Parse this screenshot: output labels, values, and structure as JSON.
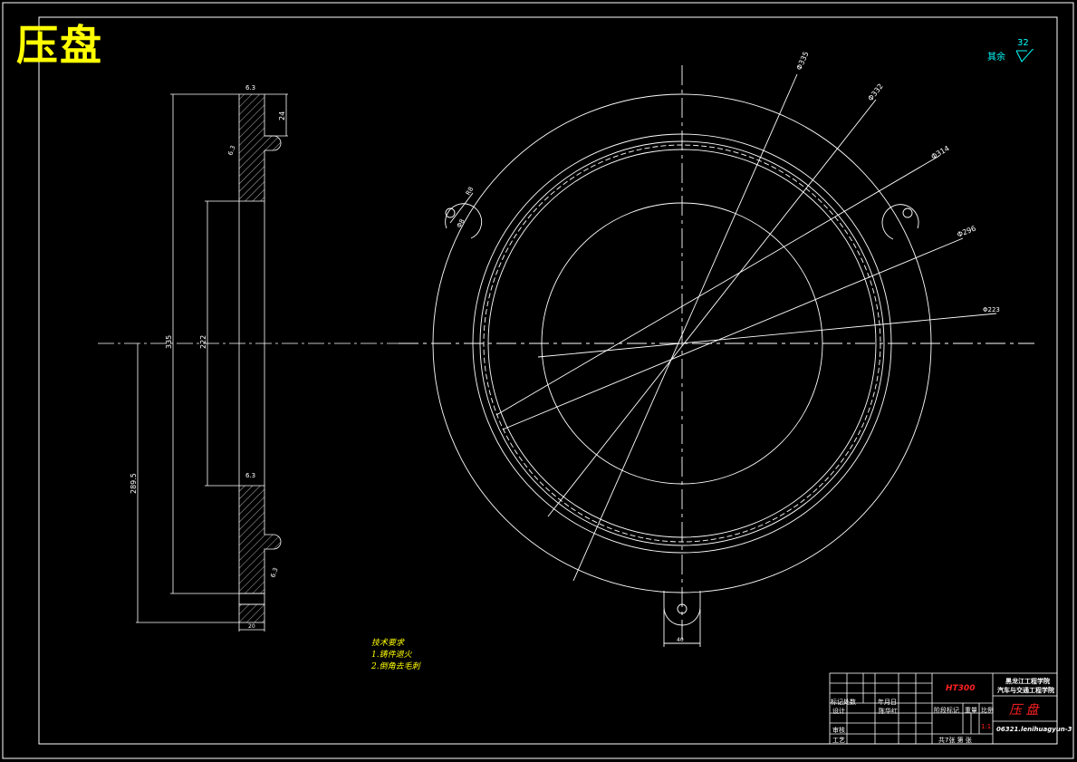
{
  "title": "压盘",
  "roughness": {
    "text": "其余",
    "value": "32"
  },
  "tech_requirements": {
    "heading": "技术要求",
    "items": [
      "1.铸件退火",
      "2.倒角去毛刺"
    ]
  },
  "side_view_dims": {
    "overall": "335",
    "inner": "222",
    "radius": "289.5",
    "top": "24",
    "bottom": "20",
    "r1": "6.3",
    "r2": "6.3",
    "r3": "6.3",
    "r4": "6.3"
  },
  "front_view_dims": {
    "d1": "Φ335",
    "d2": "Φ332",
    "d3": "Φ314",
    "d4": "Φ296",
    "d5": "Φ223",
    "lug_r": "R8",
    "lug_hole": "Φ8",
    "bottom_width": "40"
  },
  "title_block": {
    "material": "HT300",
    "school_line1": "黑龙江工程学院",
    "school_line2": "汽车与交通工程学院",
    "part_name": "压 盘",
    "drawing_no": "06321.lenihuagyun-3",
    "scale": "1:1",
    "labels": {
      "mark": "标记处数",
      "design": "设计",
      "review": "审核",
      "process": "工艺",
      "stage": "阶段标记",
      "weight": "重量",
      "ratio": "比例",
      "sheets": "共7张 第 张"
    },
    "sign_date": "年月日",
    "designer": "陈华红"
  },
  "colors": {
    "background": "#000000",
    "line": "#ffffff",
    "title": "#ffff00",
    "dim_text": "#ffffff",
    "roughness": "#00ffff",
    "material": "#ff2020"
  }
}
